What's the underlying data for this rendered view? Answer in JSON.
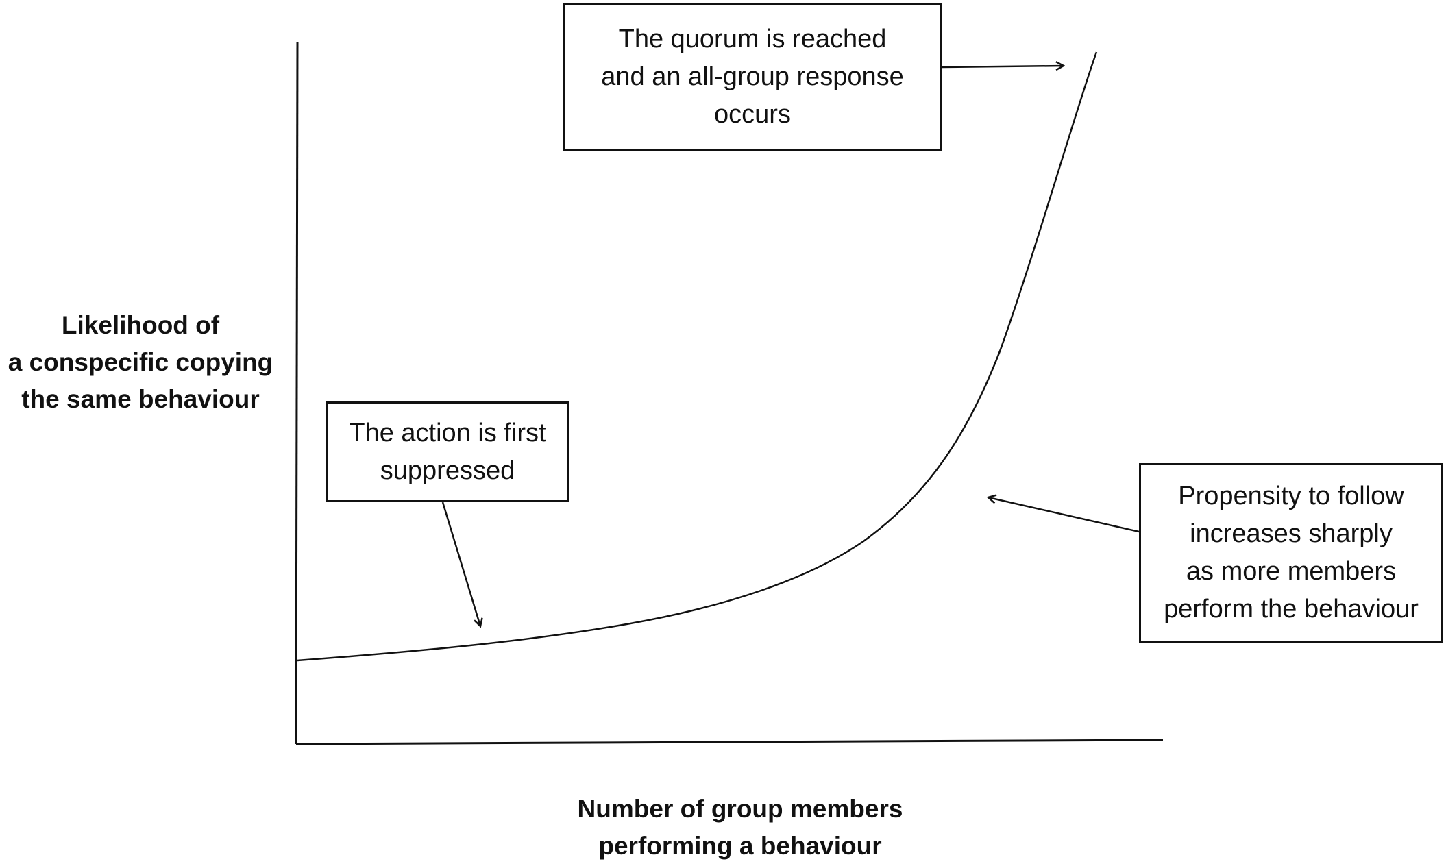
{
  "y_axis_label": {
    "lines": [
      "Likelihood of",
      "a conspecific copying",
      "the same behaviour"
    ]
  },
  "x_axis_label": {
    "lines": [
      "Number of group members",
      "performing a behaviour"
    ]
  },
  "callouts": {
    "quorum": {
      "lines": [
        "The quorum is reached",
        "and an all-group response",
        "occurs"
      ]
    },
    "suppressed": {
      "lines": [
        "The action is first",
        "suppressed"
      ]
    },
    "propensity": {
      "lines": [
        "Propensity to follow",
        "increases sharply",
        "as more members",
        "perform the behaviour"
      ]
    }
  },
  "colors": {
    "ink": "#111111",
    "background": "#ffffff"
  }
}
